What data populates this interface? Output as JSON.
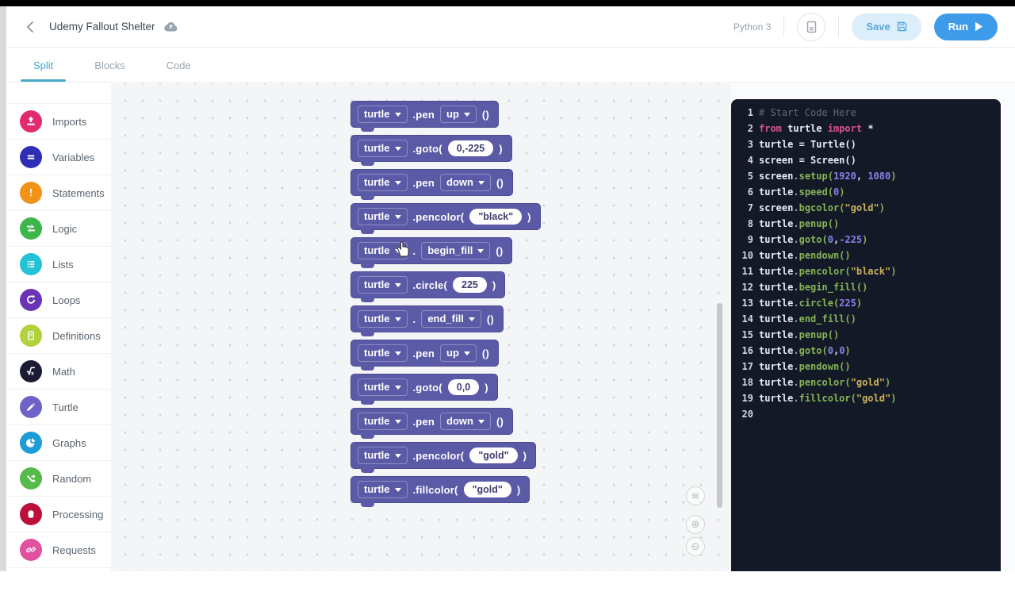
{
  "header": {
    "title": "Udemy Fallout Shelter",
    "back_icon": "chevron-left",
    "cloud_icon": "cloud-upload",
    "language": "Python 3",
    "logbook_icon": "book",
    "save_label": "Save",
    "save_icon": "floppy-save",
    "run_label": "Run",
    "run_icon": "play"
  },
  "tabs": [
    {
      "label": "Split",
      "active": true
    },
    {
      "label": "Blocks",
      "active": false
    },
    {
      "label": "Code",
      "active": false
    }
  ],
  "sidebar": {
    "items": [
      {
        "label": "Imports",
        "icon": "upload",
        "color": "#e22a6f"
      },
      {
        "label": "Variables",
        "icon": "equals",
        "color": "#2d2db5"
      },
      {
        "label": "Statements",
        "icon": "exclamation",
        "color": "#f09316"
      },
      {
        "label": "Logic",
        "icon": "swap-arrows",
        "color": "#3cb54a"
      },
      {
        "label": "Lists",
        "icon": "list",
        "color": "#22c3d6"
      },
      {
        "label": "Loops",
        "icon": "loop",
        "color": "#6a35b5"
      },
      {
        "label": "Definitions",
        "icon": "document",
        "color": "#b0d23d"
      },
      {
        "label": "Math",
        "icon": "sqrt",
        "color": "#1b1b35"
      },
      {
        "label": "Turtle",
        "icon": "pencil",
        "color": "#6e62c9"
      },
      {
        "label": "Graphs",
        "icon": "pie-chart",
        "color": "#1e9cd7"
      },
      {
        "label": "Random",
        "icon": "shuffle",
        "color": "#56bb4a"
      },
      {
        "label": "Processing",
        "icon": "face",
        "color": "#bc0f3c"
      },
      {
        "label": "Requests",
        "icon": "link",
        "color": "#e052a0"
      }
    ]
  },
  "workspace": {
    "block_color": "#5b5aa6",
    "blocks": [
      {
        "name": "turtle-pen-up",
        "parts": [
          [
            "dd",
            "turtle"
          ],
          [
            "lbl",
            ".pen"
          ],
          [
            "dd",
            "up"
          ],
          [
            "lbl",
            "()"
          ]
        ]
      },
      {
        "name": "turtle-goto",
        "parts": [
          [
            "dd",
            "turtle"
          ],
          [
            "lbl",
            ".goto("
          ],
          [
            "oval",
            "0,-225"
          ],
          [
            "lbl",
            ")"
          ]
        ]
      },
      {
        "name": "turtle-pen-down",
        "parts": [
          [
            "dd",
            "turtle"
          ],
          [
            "lbl",
            ".pen"
          ],
          [
            "dd",
            "down"
          ],
          [
            "lbl",
            "()"
          ]
        ]
      },
      {
        "name": "turtle-pencolor",
        "parts": [
          [
            "dd",
            "turtle"
          ],
          [
            "lbl",
            ".pencolor("
          ],
          [
            "oval",
            "\"black\""
          ],
          [
            "lbl",
            ")"
          ]
        ]
      },
      {
        "name": "turtle-begin-fill",
        "parts": [
          [
            "dd",
            "turtle"
          ],
          [
            "lbl",
            "."
          ],
          [
            "dd",
            "begin_fill"
          ],
          [
            "lbl",
            "()"
          ]
        ]
      },
      {
        "name": "turtle-circle",
        "parts": [
          [
            "dd",
            "turtle"
          ],
          [
            "lbl",
            ".circle("
          ],
          [
            "oval",
            "225"
          ],
          [
            "lbl",
            ")"
          ]
        ]
      },
      {
        "name": "turtle-end-fill",
        "parts": [
          [
            "dd",
            "turtle"
          ],
          [
            "lbl",
            "."
          ],
          [
            "dd",
            "end_fill"
          ],
          [
            "lbl",
            "()"
          ]
        ]
      },
      {
        "name": "turtle-pen-up",
        "parts": [
          [
            "dd",
            "turtle"
          ],
          [
            "lbl",
            ".pen"
          ],
          [
            "dd",
            "up"
          ],
          [
            "lbl",
            "()"
          ]
        ]
      },
      {
        "name": "turtle-goto",
        "parts": [
          [
            "dd",
            "turtle"
          ],
          [
            "lbl",
            ".goto("
          ],
          [
            "oval",
            "0,0"
          ],
          [
            "lbl",
            ")"
          ]
        ]
      },
      {
        "name": "turtle-pen-down",
        "parts": [
          [
            "dd",
            "turtle"
          ],
          [
            "lbl",
            ".pen"
          ],
          [
            "dd",
            "down"
          ],
          [
            "lbl",
            "()"
          ]
        ]
      },
      {
        "name": "turtle-pencolor",
        "parts": [
          [
            "dd",
            "turtle"
          ],
          [
            "lbl",
            ".pencolor("
          ],
          [
            "oval",
            "\"gold\""
          ],
          [
            "lbl",
            ")"
          ]
        ]
      },
      {
        "name": "turtle-fillcolor",
        "parts": [
          [
            "dd",
            "turtle"
          ],
          [
            "lbl",
            ".fillcolor("
          ],
          [
            "oval",
            "\"gold\""
          ],
          [
            "lbl",
            ")"
          ]
        ]
      }
    ],
    "zoom_controls": [
      {
        "name": "center-blocks-button",
        "glyph": "≡"
      },
      {
        "name": "zoom-in-button",
        "glyph": "⊕"
      },
      {
        "name": "zoom-out-button",
        "glyph": "⊖"
      }
    ]
  },
  "code_panel": {
    "background": "#141927",
    "lines": [
      {
        "num": 1,
        "tokens": [
          [
            "c",
            "# Start Code Here"
          ]
        ]
      },
      {
        "num": 2,
        "tokens": [
          [
            "k",
            "from"
          ],
          [
            "p",
            " "
          ],
          [
            "i",
            "turtle"
          ],
          [
            "p",
            " "
          ],
          [
            "k",
            "import"
          ],
          [
            "p",
            " "
          ],
          [
            "i",
            "*"
          ]
        ]
      },
      {
        "num": 3,
        "tokens": [
          [
            "i",
            "turtle"
          ],
          [
            "p",
            " = "
          ],
          [
            "i",
            "Turtle()"
          ]
        ]
      },
      {
        "num": 4,
        "tokens": [
          [
            "i",
            "screen"
          ],
          [
            "p",
            " = "
          ],
          [
            "i",
            "Screen()"
          ]
        ]
      },
      {
        "num": 5,
        "tokens": [
          [
            "i",
            "screen"
          ],
          [
            "d",
            "."
          ],
          [
            "f",
            "setup("
          ],
          [
            "n",
            "1920"
          ],
          [
            "p",
            ", "
          ],
          [
            "n",
            "1080"
          ],
          [
            "f",
            ")"
          ]
        ]
      },
      {
        "num": 6,
        "tokens": [
          [
            "i",
            "turtle"
          ],
          [
            "d",
            "."
          ],
          [
            "f",
            "speed("
          ],
          [
            "n",
            "0"
          ],
          [
            "f",
            ")"
          ]
        ]
      },
      {
        "num": 7,
        "tokens": [
          [
            "i",
            "screen"
          ],
          [
            "d",
            "."
          ],
          [
            "f",
            "bgcolor("
          ],
          [
            "s",
            "\"gold\""
          ],
          [
            "f",
            ")"
          ]
        ]
      },
      {
        "num": 8,
        "tokens": [
          [
            "i",
            "turtle"
          ],
          [
            "d",
            "."
          ],
          [
            "f",
            "penup()"
          ]
        ]
      },
      {
        "num": 9,
        "tokens": [
          [
            "i",
            "turtle"
          ],
          [
            "d",
            "."
          ],
          [
            "f",
            "goto("
          ],
          [
            "n",
            "0"
          ],
          [
            "p",
            ","
          ],
          [
            "n",
            "-225"
          ],
          [
            "f",
            ")"
          ]
        ]
      },
      {
        "num": 10,
        "tokens": [
          [
            "i",
            "turtle"
          ],
          [
            "d",
            "."
          ],
          [
            "f",
            "pendown()"
          ]
        ]
      },
      {
        "num": 11,
        "tokens": [
          [
            "i",
            "turtle"
          ],
          [
            "d",
            "."
          ],
          [
            "f",
            "pencolor("
          ],
          [
            "s",
            "\"black\""
          ],
          [
            "f",
            ")"
          ]
        ]
      },
      {
        "num": 12,
        "tokens": [
          [
            "i",
            "turtle"
          ],
          [
            "d",
            "."
          ],
          [
            "f",
            "begin_fill()"
          ]
        ]
      },
      {
        "num": 13,
        "tokens": [
          [
            "i",
            "turtle"
          ],
          [
            "d",
            "."
          ],
          [
            "f",
            "circle("
          ],
          [
            "n",
            "225"
          ],
          [
            "f",
            ")"
          ]
        ]
      },
      {
        "num": 14,
        "tokens": [
          [
            "i",
            "turtle"
          ],
          [
            "d",
            "."
          ],
          [
            "f",
            "end_fill()"
          ]
        ]
      },
      {
        "num": 15,
        "tokens": [
          [
            "i",
            "turtle"
          ],
          [
            "d",
            "."
          ],
          [
            "f",
            "penup()"
          ]
        ]
      },
      {
        "num": 16,
        "tokens": [
          [
            "i",
            "turtle"
          ],
          [
            "d",
            "."
          ],
          [
            "f",
            "goto("
          ],
          [
            "n",
            "0"
          ],
          [
            "p",
            ","
          ],
          [
            "n",
            "0"
          ],
          [
            "f",
            ")"
          ]
        ]
      },
      {
        "num": 17,
        "tokens": [
          [
            "i",
            "turtle"
          ],
          [
            "d",
            "."
          ],
          [
            "f",
            "pendown()"
          ]
        ]
      },
      {
        "num": 18,
        "tokens": [
          [
            "i",
            "turtle"
          ],
          [
            "d",
            "."
          ],
          [
            "f",
            "pencolor("
          ],
          [
            "s",
            "\"gold\""
          ],
          [
            "f",
            ")"
          ]
        ]
      },
      {
        "num": 19,
        "tokens": [
          [
            "i",
            "turtle"
          ],
          [
            "d",
            "."
          ],
          [
            "f",
            "fillcolor("
          ],
          [
            "s",
            "\"gold\""
          ],
          [
            "f",
            ")"
          ]
        ]
      },
      {
        "num": 20,
        "tokens": []
      }
    ]
  }
}
